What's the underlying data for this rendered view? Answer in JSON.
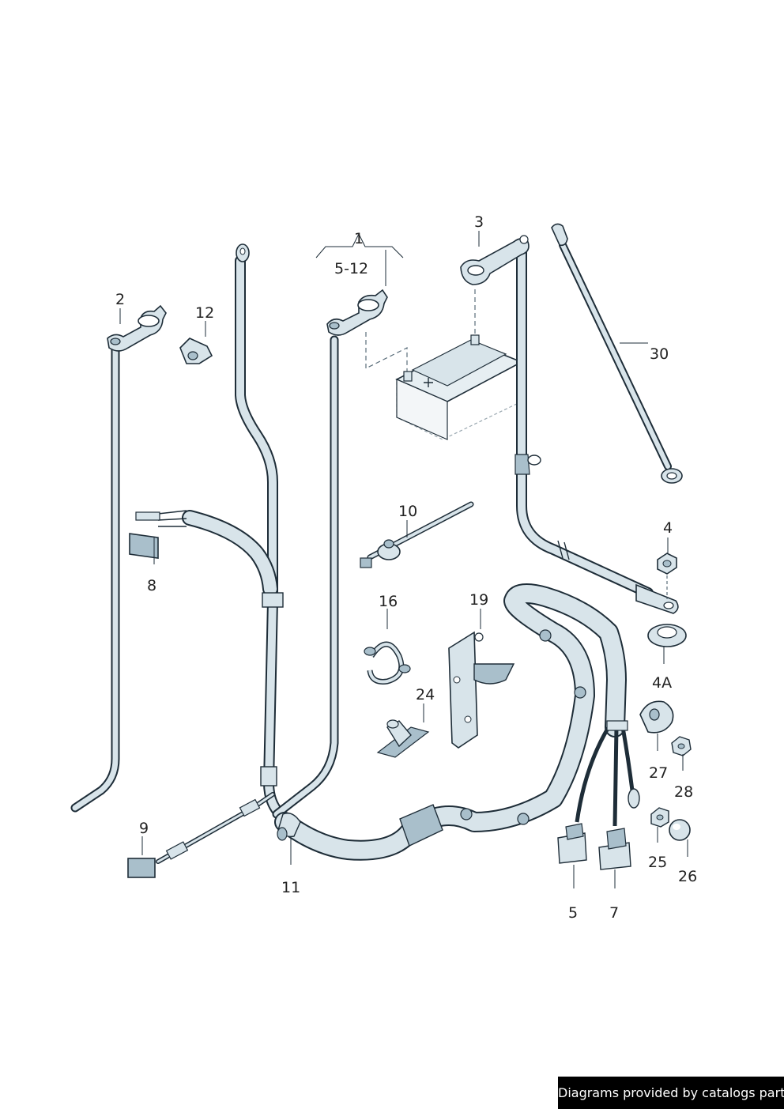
{
  "diagram": {
    "callouts": {
      "c1": "1",
      "c5_12": "5-12",
      "c2": "2",
      "c12": "12",
      "c3": "3",
      "c30": "30",
      "c10": "10",
      "c4": "4",
      "c8": "8",
      "c16": "16",
      "c19": "19",
      "c4a": "4A",
      "c24": "24",
      "c27": "27",
      "c28": "28",
      "c9": "9",
      "c25": "25",
      "c26": "26",
      "c11": "11",
      "c5": "5",
      "c7": "7"
    },
    "colors": {
      "fill": "#d8e4ea",
      "shade": "#a9bfcb",
      "outline": "#1e2d38"
    }
  },
  "footer": {
    "text": "Diagrams provided by catalogs parts"
  }
}
